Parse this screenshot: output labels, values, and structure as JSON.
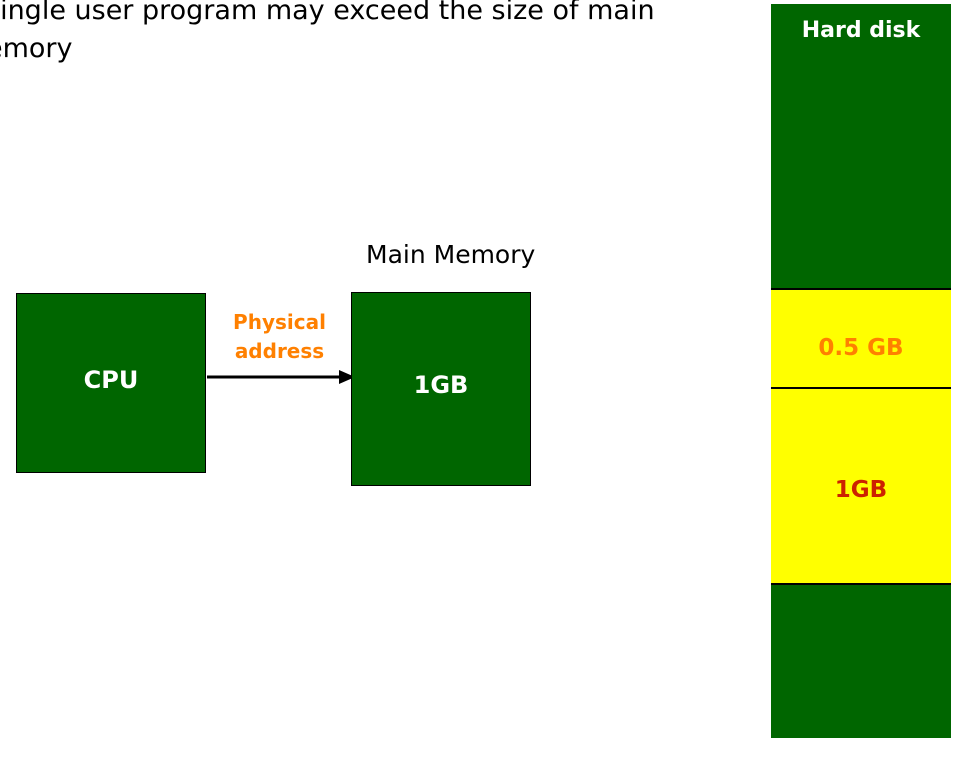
{
  "heading": "single user program may exceed the size of main\nemory",
  "labels": {
    "main_memory_title": "Main Memory",
    "cpu": "CPU",
    "physical_address": "Physical\naddress",
    "memory_size": "1GB"
  },
  "hard_disk": {
    "title": "Hard disk",
    "segments": [
      {
        "label": "",
        "color": "#006600"
      },
      {
        "label": "0.5 GB",
        "color": "#ffff00"
      },
      {
        "label": "1GB",
        "color": "#ffff00"
      },
      {
        "label": "",
        "color": "#006600"
      }
    ],
    "half_label": "0.5 GB",
    "one_label": "1GB"
  },
  "colors": {
    "box_green": "#006600",
    "disk_yellow": "#ffff00",
    "orange_text": "#ff8000",
    "red_text": "#cc2200",
    "white_text": "#ffffff",
    "black": "#000000"
  }
}
